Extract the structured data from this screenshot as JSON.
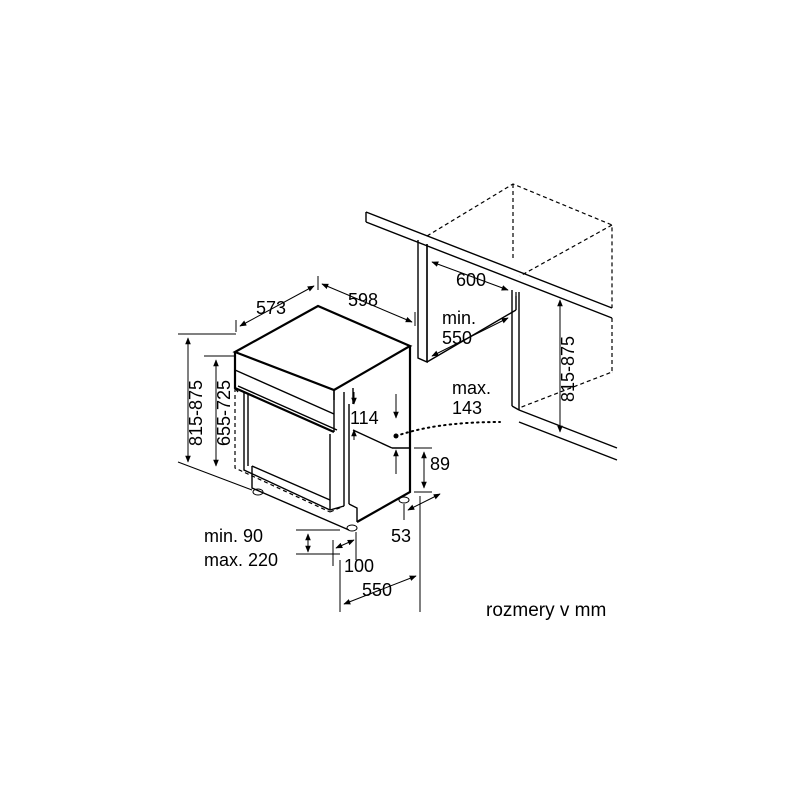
{
  "labels": {
    "depth_573": "573",
    "width_598": "598",
    "cab_width_600": "600",
    "cab_depth_min": "min.",
    "cab_depth_550": "550",
    "height_815_875_left": "815-875",
    "height_655_725": "655-725",
    "height_815_875_right": "815-875",
    "max_label": "max.",
    "max_143": "143",
    "dim_114": "114",
    "dim_89": "89",
    "dim_53": "53",
    "plinth_min": "min. 90",
    "plinth_max": "max. 220",
    "dim_100": "100",
    "dim_550_bottom": "550"
  },
  "units_note": "rozmery v mm"
}
